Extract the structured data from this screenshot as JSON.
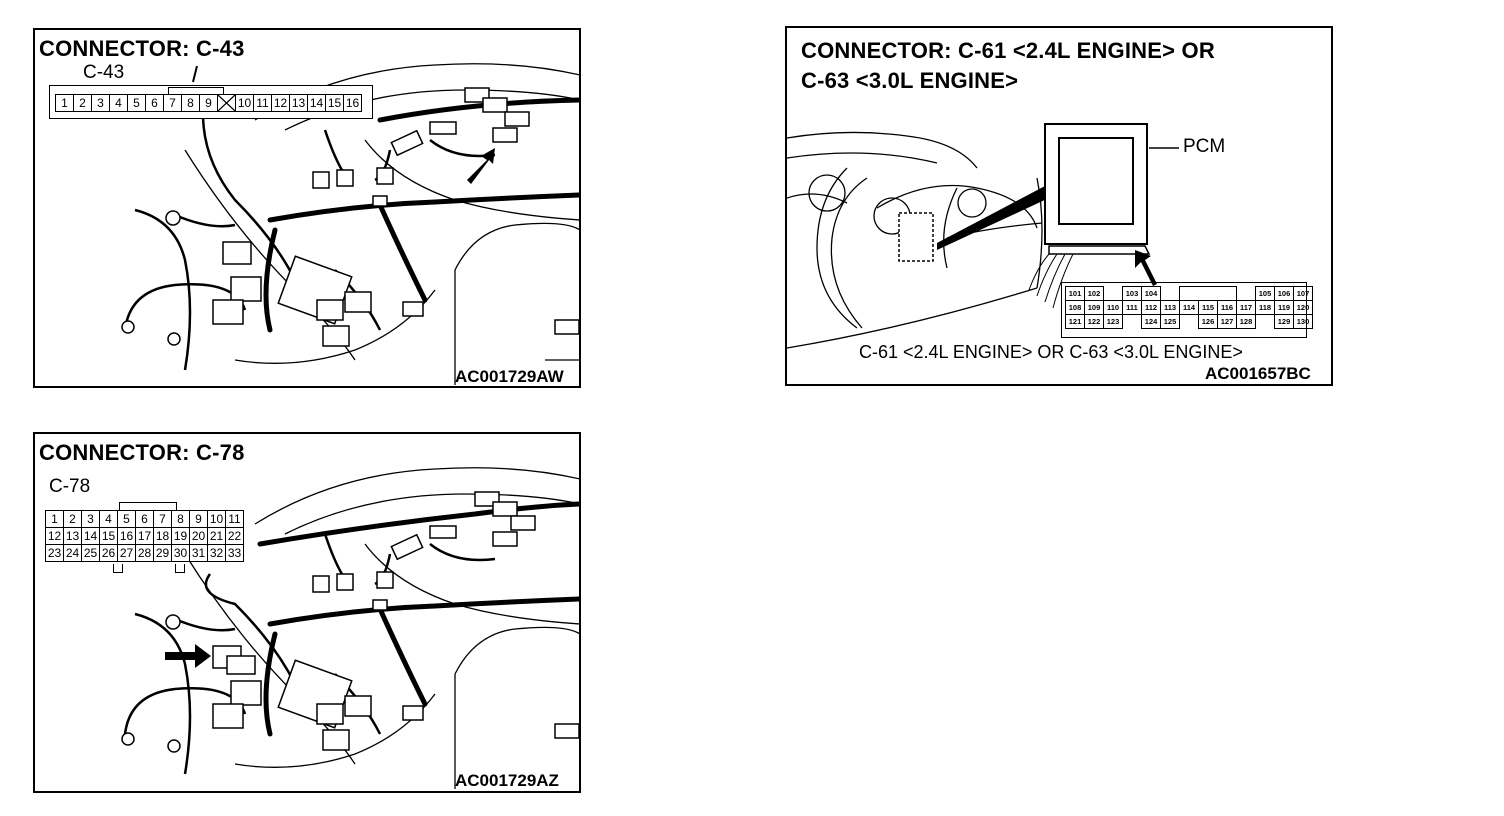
{
  "panels": {
    "c43": {
      "title": "CONNECTOR: C-43",
      "label": "C-43",
      "pins": [
        "1",
        "2",
        "3",
        "4",
        "5",
        "6",
        "7",
        "8",
        "9",
        "",
        "10",
        "11",
        "12",
        "13",
        "14",
        "15",
        "16"
      ],
      "code": "AC001729AW"
    },
    "c78": {
      "title": "CONNECTOR: C-78",
      "label": "C-78",
      "rows": [
        [
          "1",
          "2",
          "3",
          "4",
          "5",
          "6",
          "7",
          "8",
          "9",
          "10",
          "11"
        ],
        [
          "12",
          "13",
          "14",
          "15",
          "16",
          "17",
          "18",
          "19",
          "20",
          "21",
          "22"
        ],
        [
          "23",
          "24",
          "25",
          "26",
          "27",
          "28",
          "29",
          "30",
          "31",
          "32",
          "33"
        ]
      ],
      "code": "AC001729AZ"
    },
    "pcm": {
      "title_line1": "CONNECTOR: C-61 <2.4L ENGINE> OR",
      "title_line2": "C-63 <3.0L ENGINE>",
      "pcm_label": "PCM",
      "rows": [
        [
          "101",
          "102",
          "",
          "103",
          "104",
          "",
          "",
          "",
          "",
          "",
          "105",
          "106",
          "107"
        ],
        [
          "108",
          "109",
          "110",
          "111",
          "112",
          "113",
          "114",
          "115",
          "116",
          "117",
          "118",
          "119",
          "120"
        ],
        [
          "121",
          "122",
          "123",
          "",
          "124",
          "125",
          "",
          "126",
          "127",
          "128",
          "",
          "129",
          "130"
        ]
      ],
      "caption": "C-61 <2.4L ENGINE> OR C-63 <3.0L ENGINE>",
      "code": "AC001657BC"
    }
  }
}
